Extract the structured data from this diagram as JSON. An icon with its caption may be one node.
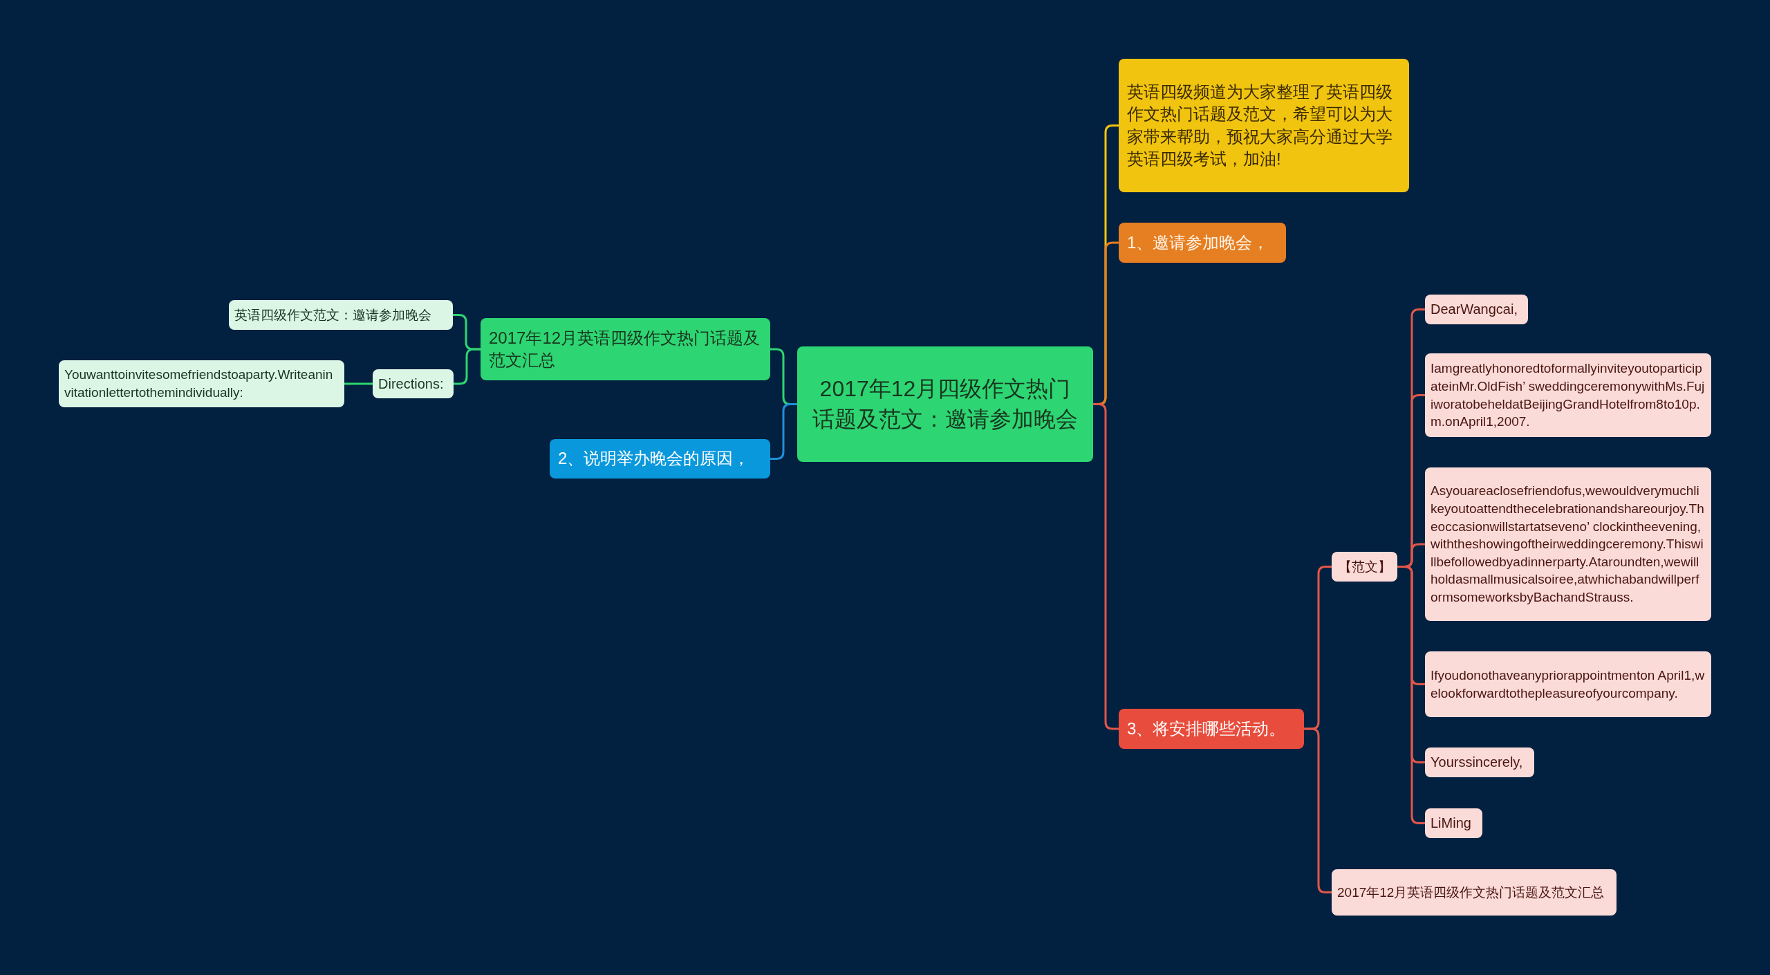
{
  "diagram": {
    "nodes": [
      {
        "text": [
          "2017年12月四级作文热门话题及范文：邀请参加晚会"
        ]
      },
      {
        "text": [
          "2017年12月英语四级作文热门话题及范文汇总"
        ]
      },
      {
        "text": [
          "2、说明举办晚会的原因，"
        ]
      },
      {
        "text": [
          "英语四级作文范文：邀请参加晚会"
        ]
      },
      {
        "text": [
          "Directions:"
        ]
      },
      {
        "text": [
          "Youwanttoinvitesomefriendstoaparty.Writeaninvitationlettertothemindividually:"
        ]
      },
      {
        "text": [
          "英语四级频道为大家整理了英语四级作文热门话题及范文，希望可以为大家带来帮助，预祝大家高分通过大学英语四级考试，加油!"
        ]
      },
      {
        "text": [
          "1、邀请参加晚会，"
        ]
      },
      {
        "text": [
          "3、将安排哪些活动。"
        ]
      },
      {
        "text": [
          "【范文】"
        ]
      },
      {
        "text": [
          "DearWangcai,"
        ]
      },
      {
        "text": [
          "IamgreatlyhonoredtoformallyinviteyoutoparticipateinMr.OldFish’ sweddingceremonywithMs.FujiworatobeheldatBeijingGrandHotelfrom8to10p.m.onApril1,2007."
        ]
      },
      {
        "text": [
          "Asyouareaclosefriendofus,wewouldverymuchlikeyoutoattendthecelebrationandshareourjoy.Theoccasionwillstartatseveno’ clockintheevening,withtheshowingoftheirweddingceremony.Thiswillbefollowedbyadinnerparty.Ataroundten,wewillholdasmallmusicalsoiree,atwhichabandwillperformsomeworksbyBachandStrauss."
        ]
      },
      {
        "text": [
          "Ifyoudonothaveanypriorappointmenton April1,welookforwardtothepleasureofyourcompany."
        ]
      },
      {
        "text": [
          "Yourssincerely,"
        ]
      },
      {
        "text": [
          "LiMing"
        ]
      },
      {
        "text": [
          "2017年12月英语四级作文热门话题及范文汇总"
        ]
      }
    ],
    "edges": [
      {
        "from": 0,
        "to": 1,
        "arrow": "none",
        "color": "#2ed573"
      },
      {
        "from": 0,
        "to": 2,
        "arrow": "none",
        "color": "#1e90d6"
      },
      {
        "from": 1,
        "to": 3,
        "arrow": "none",
        "color": "#2ed573"
      },
      {
        "from": 1,
        "to": 4,
        "arrow": "none",
        "color": "#2ed573"
      },
      {
        "from": 4,
        "to": 5,
        "arrow": "none",
        "color": "#2ed573"
      },
      {
        "from": 0,
        "to": 6,
        "arrow": "none",
        "color": "#f1c40f"
      },
      {
        "from": 0,
        "to": 7,
        "arrow": "none",
        "color": "#e67e22"
      },
      {
        "from": 0,
        "to": 8,
        "arrow": "none"
      },
      {
        "from": 8,
        "to": 9,
        "arrow": "none"
      },
      {
        "from": 9,
        "to": 10,
        "arrow": "none"
      },
      {
        "from": 9,
        "to": 11,
        "arrow": "none"
      },
      {
        "from": 9,
        "to": 12,
        "arrow": "none"
      },
      {
        "from": 9,
        "to": 13,
        "arrow": "none"
      },
      {
        "from": 9,
        "to": 14,
        "arrow": "none"
      },
      {
        "from": 9,
        "to": 15,
        "arrow": "none"
      },
      {
        "from": 8,
        "to": 16,
        "arrow": "none"
      }
    ]
  }
}
